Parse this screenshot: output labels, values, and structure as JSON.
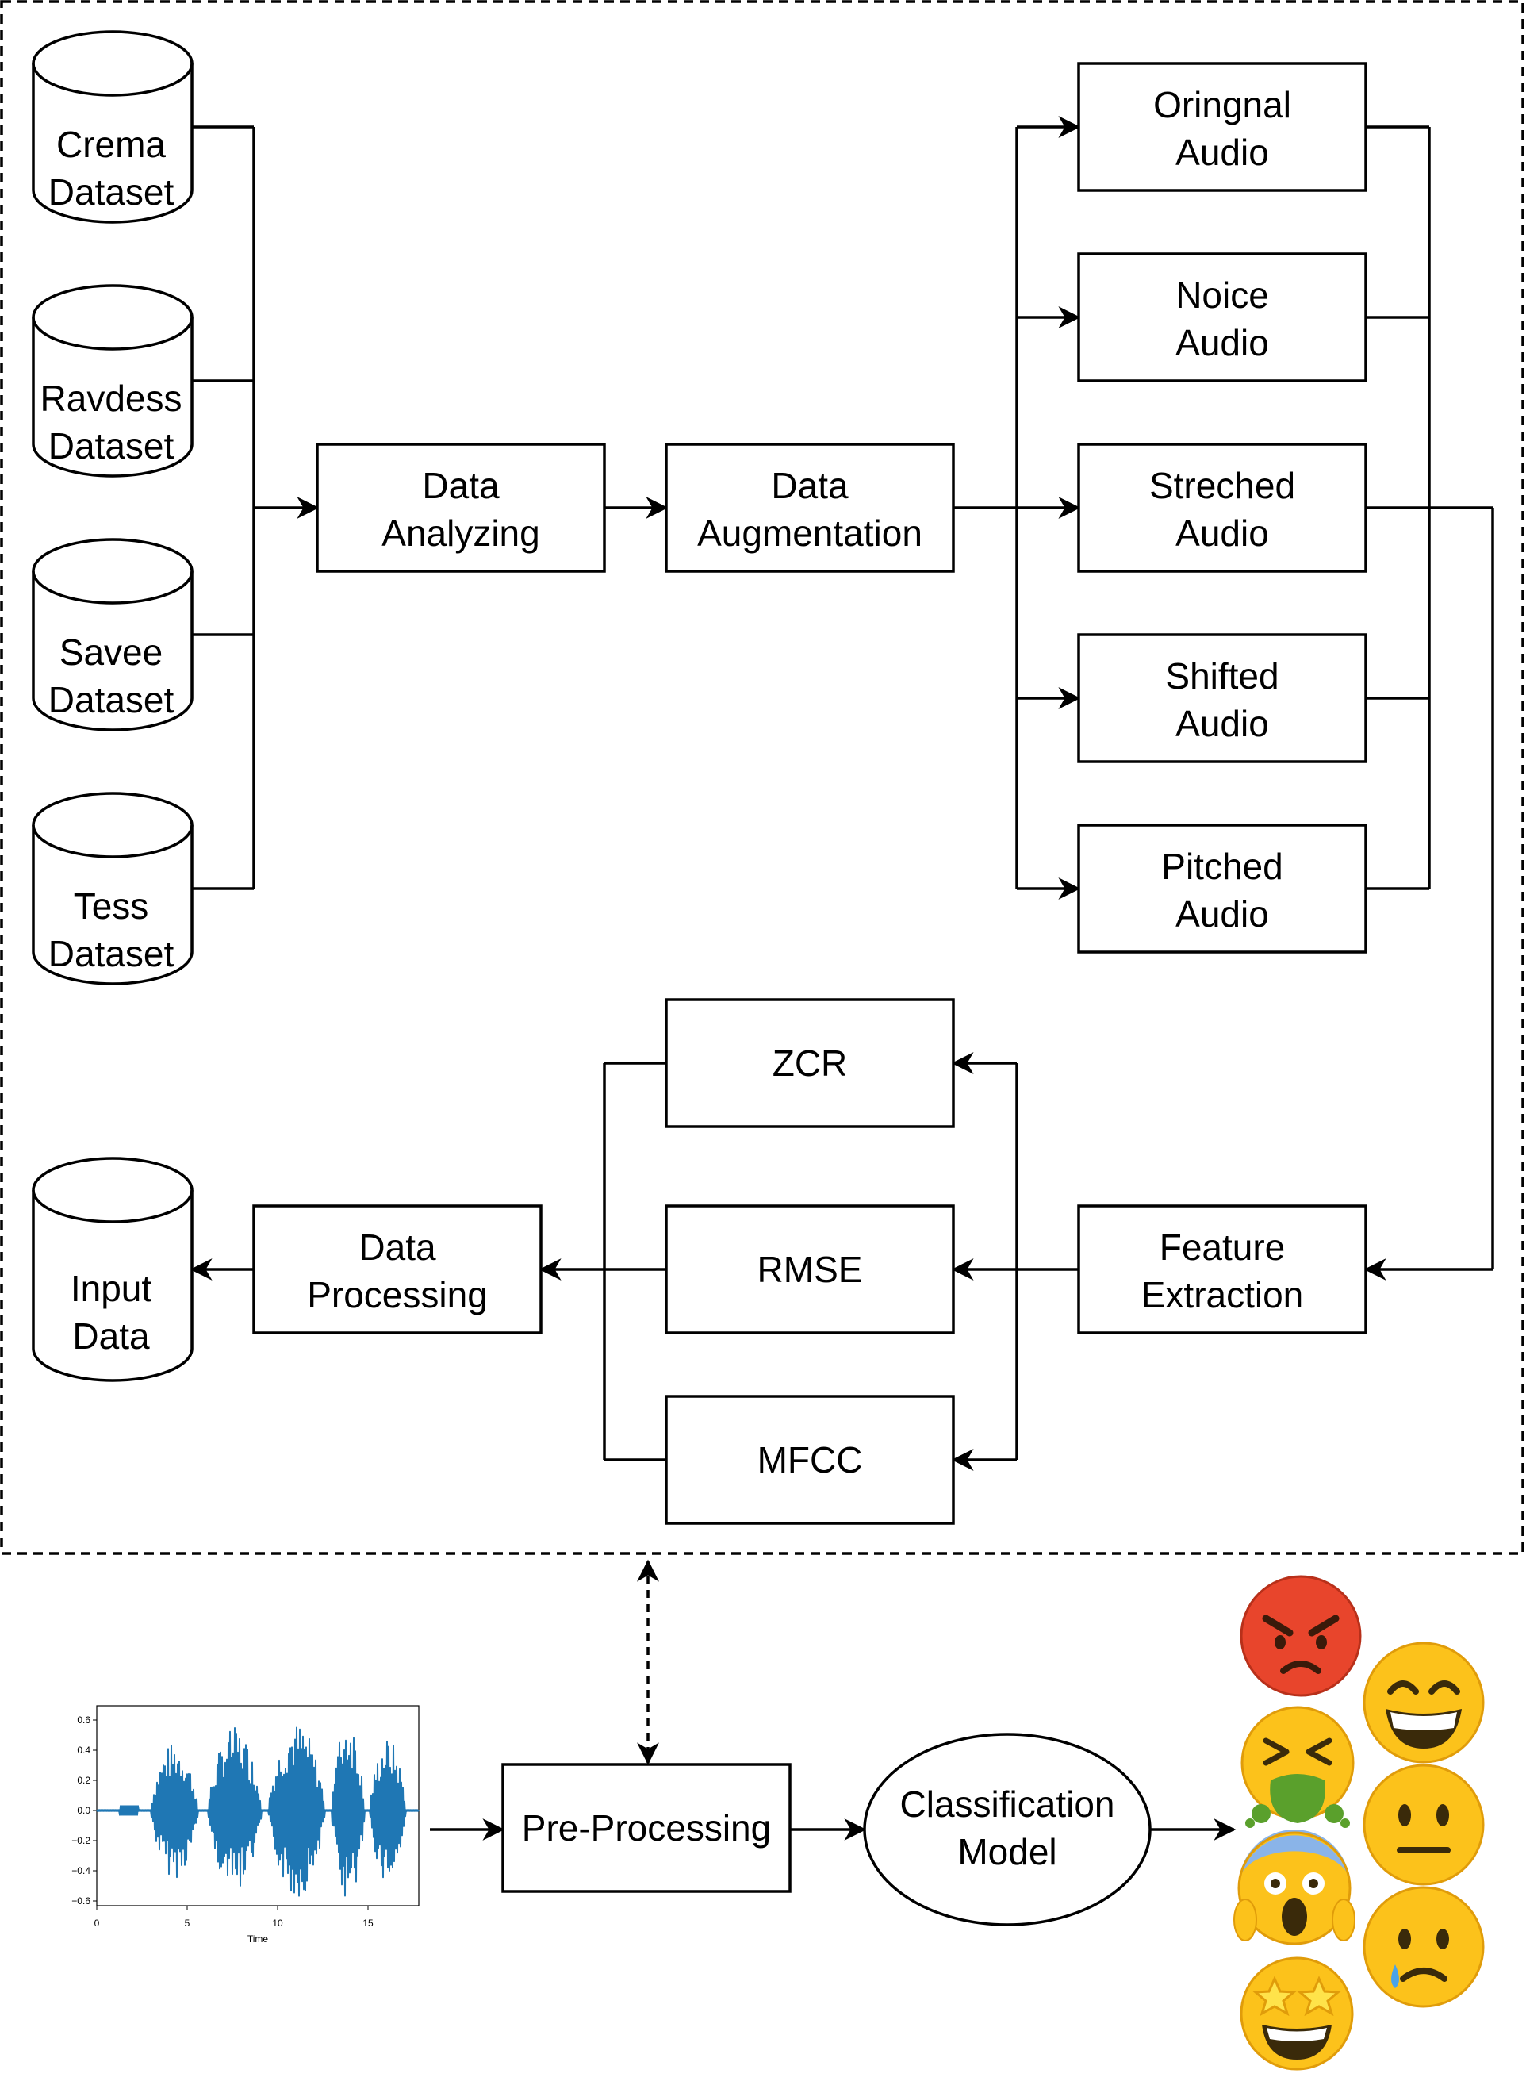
{
  "datasets": [
    {
      "line1": "Crema",
      "line2": "Dataset"
    },
    {
      "line1": "Ravdess",
      "line2": "Dataset"
    },
    {
      "line1": "Savee",
      "line2": "Dataset"
    },
    {
      "line1": "Tess",
      "line2": "Dataset"
    }
  ],
  "analyzing": {
    "line1": "Data",
    "line2": "Analyzing"
  },
  "augmentation": {
    "line1": "Data",
    "line2": "Augmentation"
  },
  "audio_variants": [
    {
      "line1": "Oringnal",
      "line2": "Audio"
    },
    {
      "line1": "Noice",
      "line2": "Audio"
    },
    {
      "line1": "Streched",
      "line2": "Audio"
    },
    {
      "line1": "Shifted",
      "line2": "Audio"
    },
    {
      "line1": "Pitched",
      "line2": "Audio"
    }
  ],
  "features": {
    "zcr": "ZCR",
    "rmse": "RMSE",
    "mfcc": "MFCC"
  },
  "feature_extraction": {
    "line1": "Feature",
    "line2": "Extraction"
  },
  "processing": {
    "line1": "Data",
    "line2": "Processing"
  },
  "input_data": {
    "line1": "Input",
    "line2": "Data"
  },
  "preprocessing": "Pre-Processing",
  "classification": {
    "line1": "Classification",
    "line2": "Model"
  },
  "waveform": {
    "y_ticks": [
      "0.6",
      "0.4",
      "0.2",
      "0.0",
      "−0.2",
      "−0.4",
      "−0.6"
    ],
    "x_ticks": [
      "0",
      "5",
      "10",
      "15"
    ],
    "x_label": "Time",
    "color": "#1f77b4"
  },
  "emotions": [
    "angry-emoji",
    "happy-emoji",
    "disgust-emoji",
    "neutral-emoji",
    "fear-emoji",
    "sad-emoji",
    "surprise-emoji"
  ]
}
